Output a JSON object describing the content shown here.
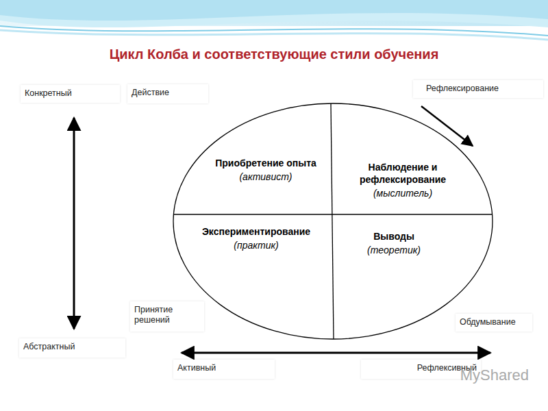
{
  "diagram": {
    "title": "Цикл Колба и соответствующие стили обучения",
    "nodes": [
      {
        "text": [
          "Приобретение опыта",
          "(активист)"
        ]
      },
      {
        "text": [
          "Наблюдение и рефлексирование",
          "(мыслитель)"
        ]
      },
      {
        "text": [
          "Экспериментирование",
          "(практик)"
        ]
      },
      {
        "text": [
          "Выводы",
          "(теоретик)"
        ]
      }
    ],
    "labels": [
      "Конкретный",
      "Действие",
      "Рефлексирование",
      "Принятие решений",
      "Обдумывание",
      "Абстрактный",
      "Активный",
      "Рефлексивный",
      "MyShared"
    ]
  }
}
